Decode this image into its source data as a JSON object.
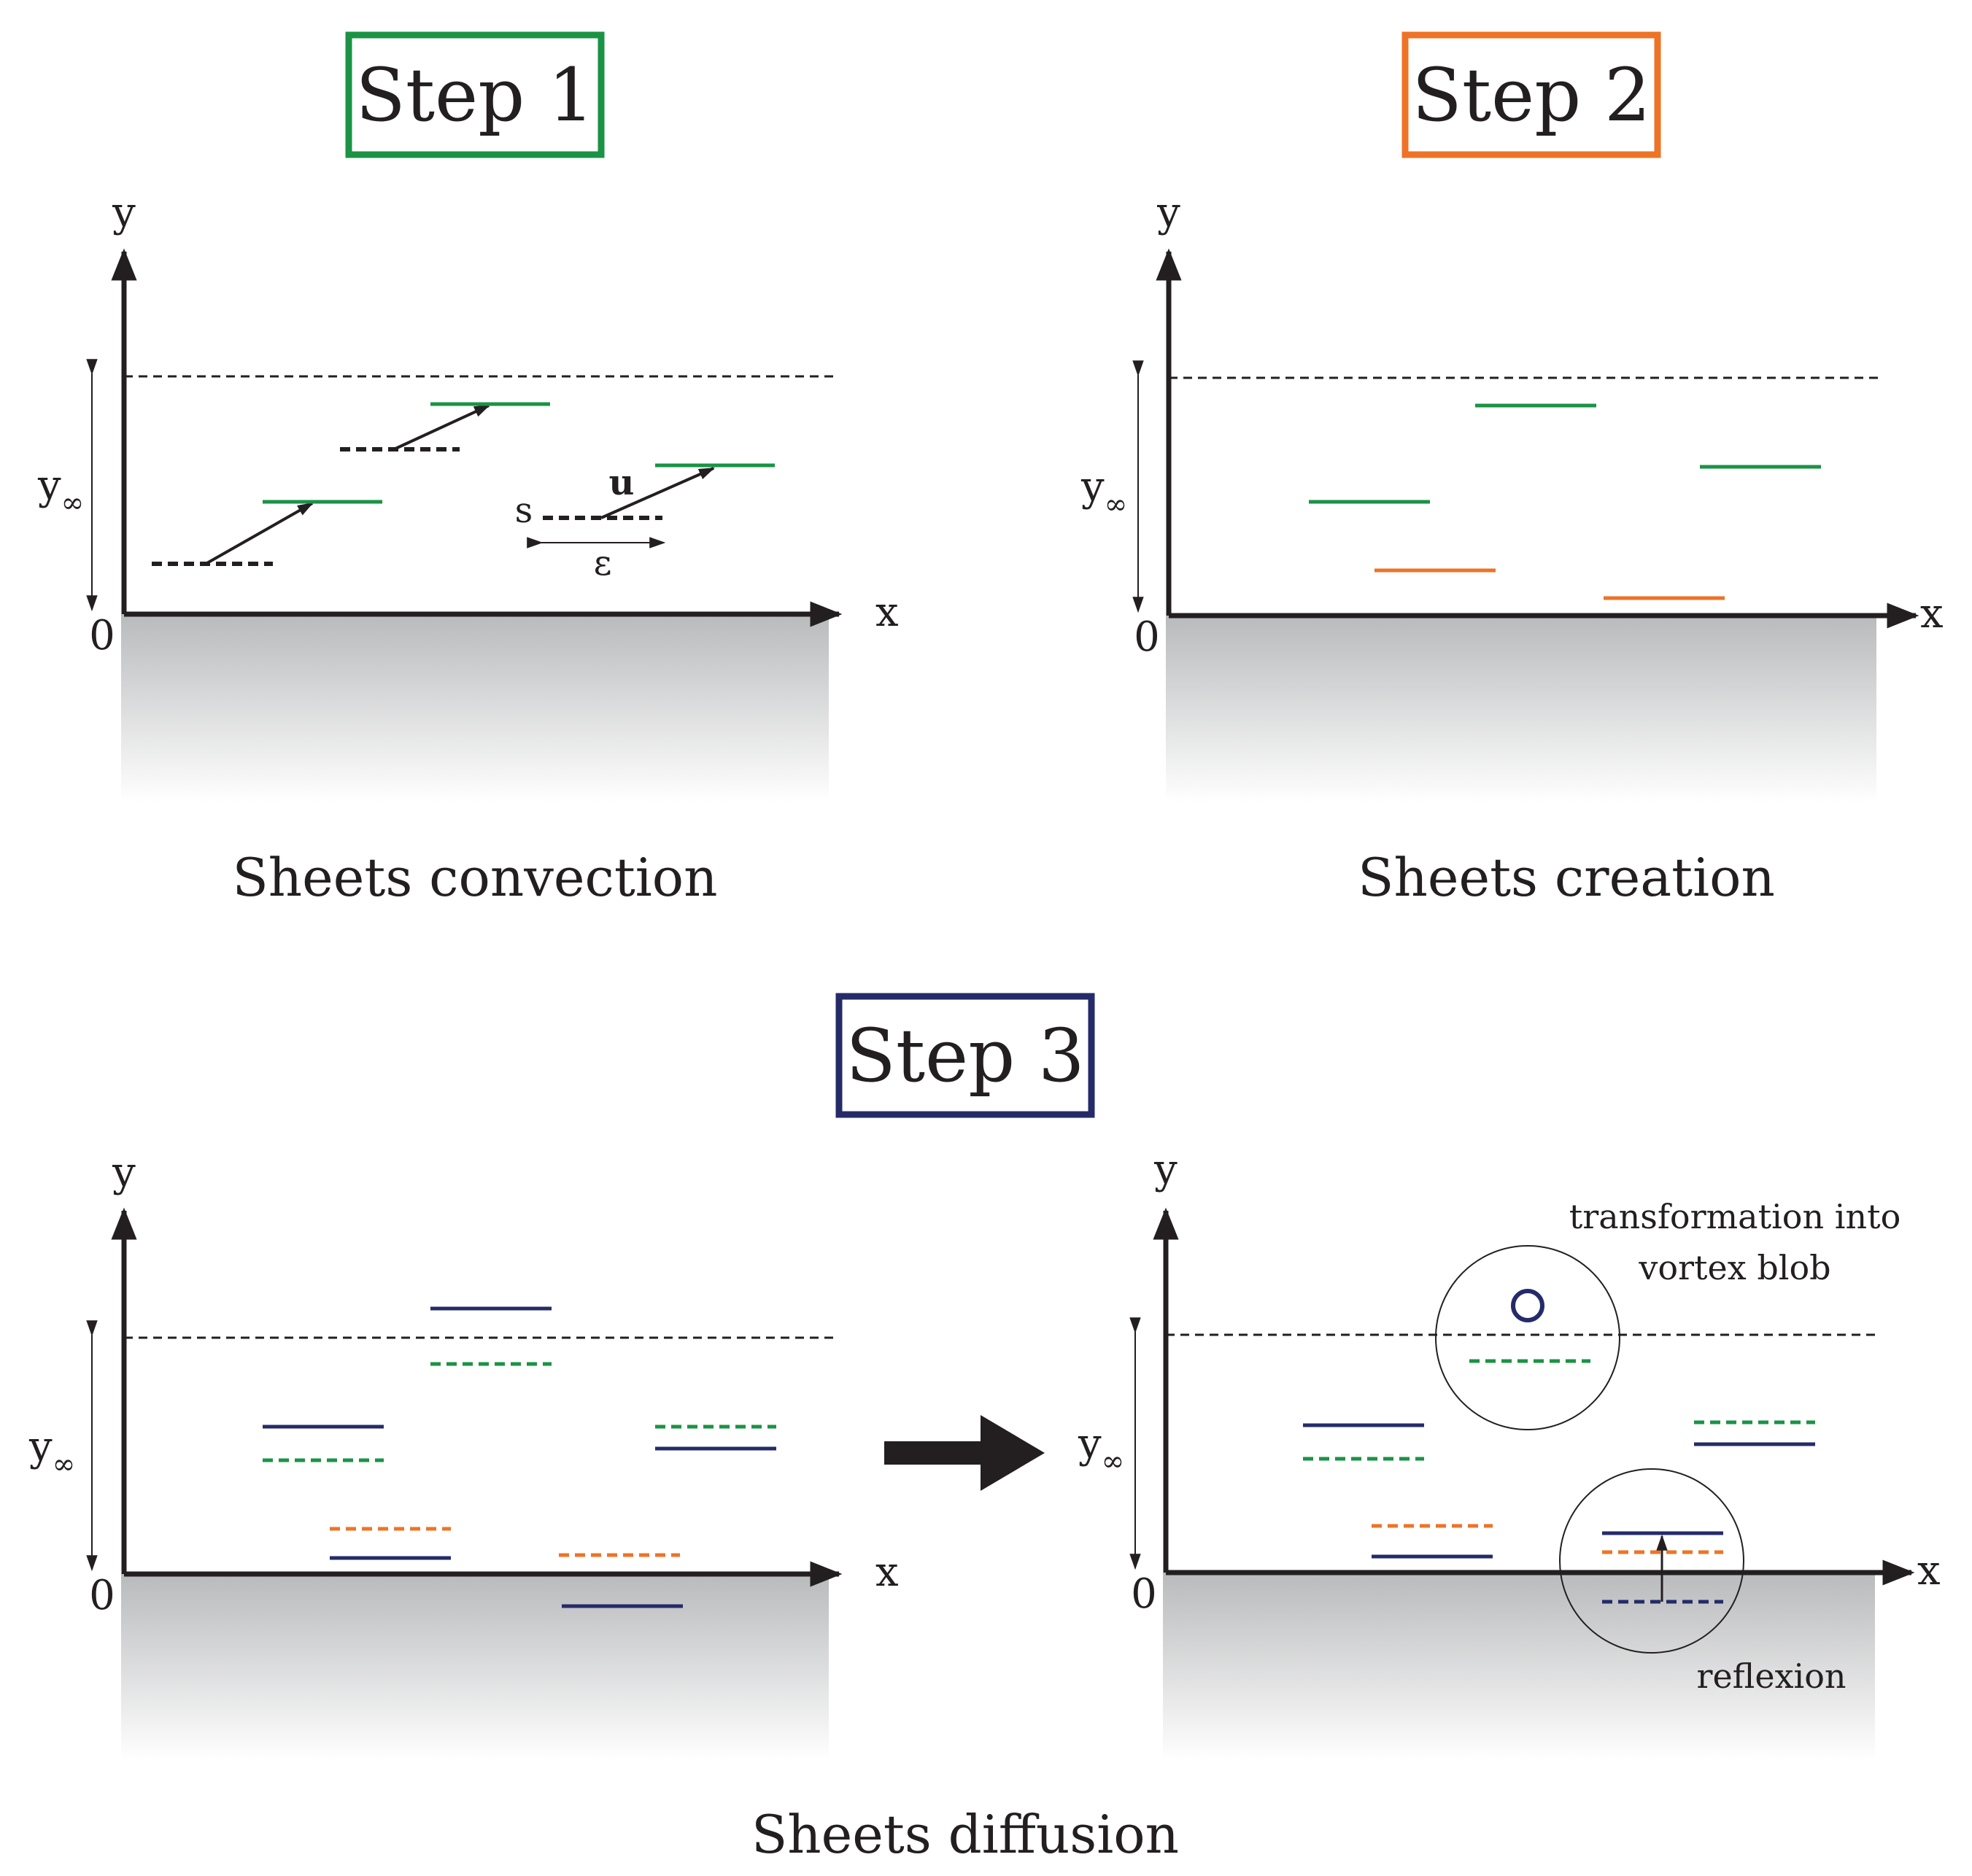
{
  "colors": {
    "step1": "#1a9345",
    "step2": "#ee7326",
    "step3": "#252b69",
    "ink": "#231f20",
    "ground_top": "#b9babc",
    "ground_bottom": "#ffffff"
  },
  "steps": {
    "step1": "Step 1",
    "step2": "Step 2",
    "step3": "Step 3"
  },
  "captions": {
    "convection": "Sheets convection",
    "creation": "Sheets creation",
    "diffusion": "Sheets diffusion"
  },
  "axis": {
    "x": "x",
    "y": "y",
    "origin": "0",
    "y_inf_base": "y",
    "y_inf_sub": "∞"
  },
  "annotations": {
    "s": "s",
    "u": "u",
    "epsilon": "ε",
    "transformation_line1": "transformation into",
    "transformation_line2": "vortex blob",
    "reflexion": "reflexion"
  },
  "icons": {
    "step_arrow": "right-arrow-icon",
    "vortex_blob": "circle-icon"
  }
}
